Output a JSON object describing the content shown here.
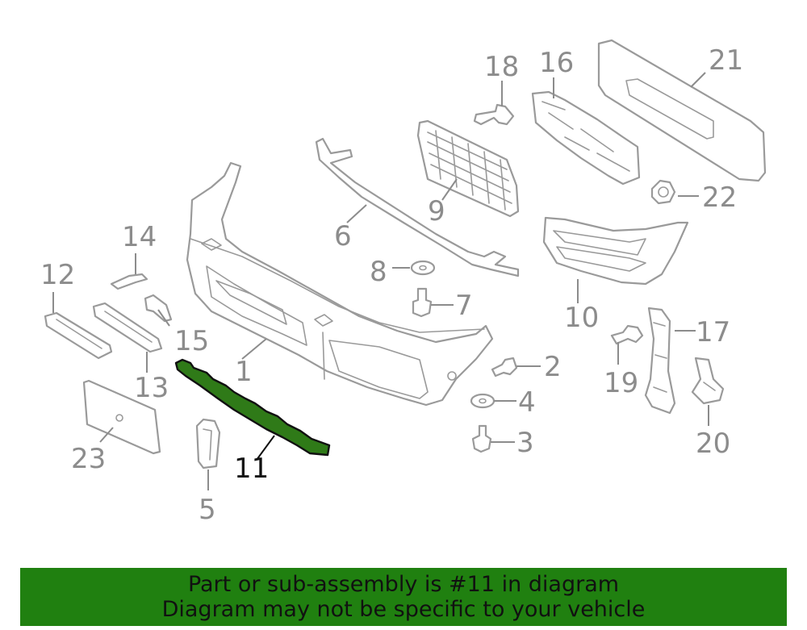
{
  "callouts": {
    "c1": "1",
    "c2": "2",
    "c3": "3",
    "c4": "4",
    "c5": "5",
    "c6": "6",
    "c7": "7",
    "c8": "8",
    "c9": "9",
    "c10": "10",
    "c11": "11",
    "c12": "12",
    "c13": "13",
    "c14": "14",
    "c15": "15",
    "c16": "16",
    "c17": "17",
    "c18": "18",
    "c19": "19",
    "c20": "20",
    "c21": "21",
    "c22": "22",
    "c23": "23"
  },
  "highlighted_part": "11",
  "colors": {
    "highlight": "#2f7a18",
    "banner": "#208010",
    "linework": "#9a9a9a"
  },
  "banner": {
    "line1": "Part or sub-assembly is #11 in diagram",
    "line2": "Diagram may not be specific to your vehicle"
  }
}
